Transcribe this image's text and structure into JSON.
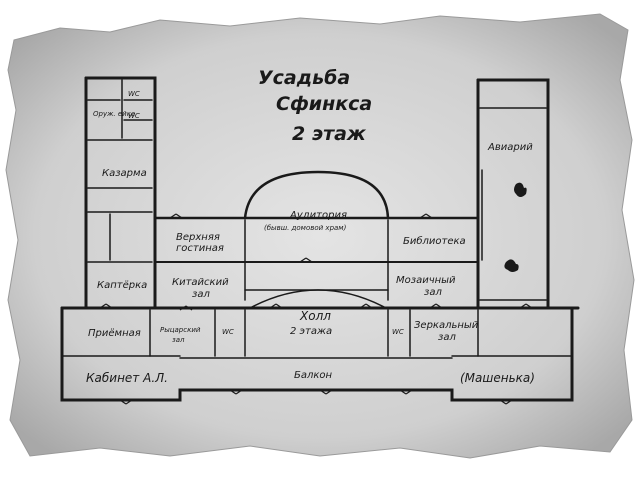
{
  "title": {
    "line1": "Усадьба",
    "line2": "Сфинкса",
    "line3": "2 этаж"
  },
  "rooms": {
    "guard": "Оруж. ейка",
    "wc_top1": "WC",
    "wc_top2": "WC",
    "barracks": "Казарма",
    "upper_living_1": "Верхняя",
    "upper_living_2": "гостиная",
    "auditorium_1": "Аудитория",
    "auditorium_2": "(бывш. домовой храм)",
    "library": "Библиотека",
    "storeroom": "Каптёрка",
    "chinese_1": "Китайский",
    "chinese_2": "зал",
    "mosaic_1": "Мозаичный",
    "mosaic_2": "зал",
    "reception": "Приёмная",
    "knight_1": "Рыцарский",
    "knight_2": "зал",
    "wc_mid1": "WC",
    "hall_1": "Холл",
    "hall_2": "2 этажа",
    "wc_mid2": "WC",
    "mirror_1": "Зеркальный",
    "mirror_2": "зал",
    "office": "Кабинет А.Л.",
    "balcony": "Балкон",
    "mashenka": "(Машенька)",
    "aviary": "Авиарий"
  },
  "colors": {
    "paper": "#d9d9d9",
    "ink": "#1a1a1a"
  }
}
